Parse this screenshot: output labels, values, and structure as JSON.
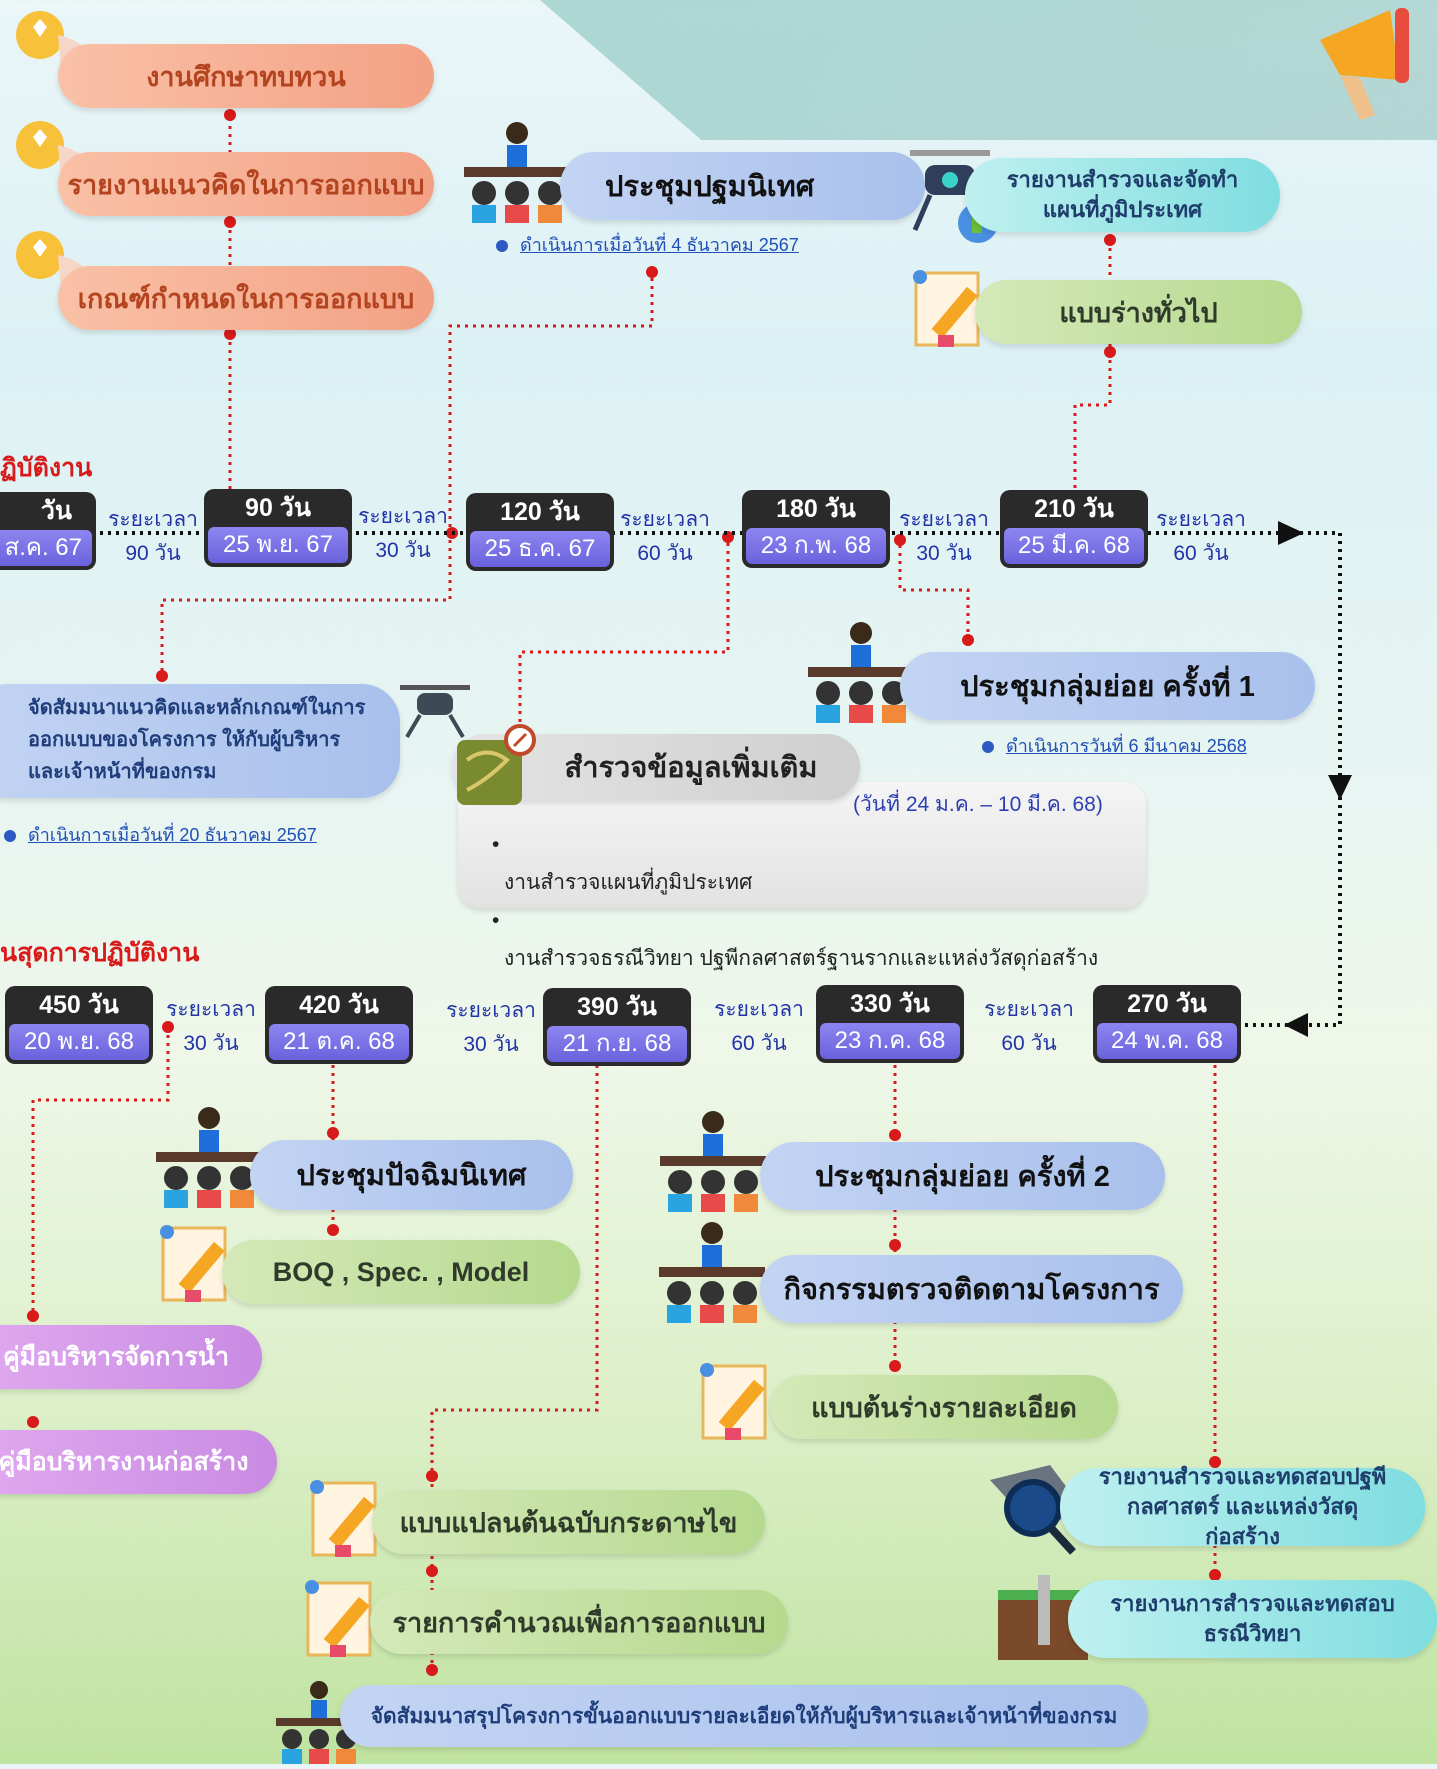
{
  "top_steps": [
    "งานศึกษาทบทวน",
    "รายงานแนวคิดในการออกแบบ",
    "เกณฑ์กำหนดในการออกแบบ"
  ],
  "meeting_1": {
    "title": "ประชุมปฐมนิเทศ",
    "note": "ดำเนินการเมื่อวันที่ 4 ธันวาคม 2567"
  },
  "survey_report": "รายงานสำรวจและจัดทำ แผนที่ภูมิประเทศ",
  "general_draft": "แบบร่างทั่วไป",
  "section_1_label": "ฏิบัติงาน",
  "section_2_label": "นสุดการปฏิบัติงาน",
  "gap_label": "ระยะเวลา",
  "row1_boxes": [
    {
      "days": "วัน",
      "date": "ส.ค. 67"
    },
    {
      "days": "90 วัน",
      "date": "25 พ.ย. 67"
    },
    {
      "days": "120 วัน",
      "date": "25 ธ.ค. 67"
    },
    {
      "days": "180 วัน",
      "date": "23 ก.พ. 68"
    },
    {
      "days": "210 วัน",
      "date": "25 มี.ค. 68"
    }
  ],
  "row1_gaps": [
    "90 วัน",
    "30 วัน",
    "60 วัน",
    "30 วัน",
    "60 วัน"
  ],
  "row2_boxes": [
    {
      "days": "450 วัน",
      "date": "20 พ.ย. 68"
    },
    {
      "days": "420 วัน",
      "date": "21 ต.ค. 68"
    },
    {
      "days": "390 วัน",
      "date": "21 ก.ย. 68"
    },
    {
      "days": "330 วัน",
      "date": "23 ก.ค. 68"
    },
    {
      "days": "270 วัน",
      "date": "24 พ.ค. 68"
    }
  ],
  "row2_gaps": [
    "30 วัน",
    "30 วัน",
    "60 วัน",
    "60 วัน"
  ],
  "seminar_1": {
    "lines": [
      "จัดสัมมนาแนวคิดและหลักเกณฑ์ในการ",
      "ออกแบบของโครงการ ให้กับผู้บริหาร",
      "และเจ้าหน้าที่ของกรม"
    ],
    "note": "ดำเนินการเมื่อวันที่ 20 ธันวาคม 2567"
  },
  "small_group_1": {
    "title": "ประชุมกลุ่มย่อย ครั้งที่ 1",
    "note": "ดำเนินการวันที่ 6 มีนาคม 2568"
  },
  "extra_survey": {
    "title": "สำรวจข้อมูลเพิ่มเติม",
    "dates": "(วันที่ 24 ม.ค. – 10 มี.ค. 68)",
    "items": [
      "งานสำรวจแผนที่ภูมิประเทศ",
      "งานสำรวจธรณีวิทยา ปฐพีกลศาสตร์ฐานรากและแหล่งวัสดุก่อสร้าง"
    ]
  },
  "final_meeting": "ประชุมปัจฉิมนิเทศ",
  "boq": "BOQ , Spec. , Model",
  "small_group_2": "ประชุมกลุ่มย่อย ครั้งที่ 2",
  "monitoring": "กิจกรรมตรวจติดตามโครงการ",
  "detail_draft": "แบบต้นร่างรายละเอียด",
  "manual_water": "คู่มือบริหารจัดการน้ำ",
  "manual_construction": "คู่มือบริหารงานก่อสร้าง",
  "tracing_plan": "แบบแปลนต้นฉบับกระดาษไข",
  "calc_list": "รายการคำนวณเพื่อการออกแบบ",
  "soil_report": "รายงานสำรวจและทดสอบปฐพี กลศาสตร์ และแหล่งวัสดุก่อสร้าง",
  "geo_report": "รายงานการสำรวจและทดสอบ ธรณีวิทยา",
  "final_seminar": "จัดสัมมนาสรุปโครงการขั้นออกแบบรายละเอียดให้กับผู้บริหารและเจ้าหน้าที่ของกรม",
  "colors": {
    "salmon": "#f3a184",
    "blue": "#a8c0ec",
    "green": "#b5d98e",
    "teal": "#7fdde0",
    "purple": "#c98be3",
    "date_box": "#6a62dc",
    "connector": "#d81a1a"
  }
}
